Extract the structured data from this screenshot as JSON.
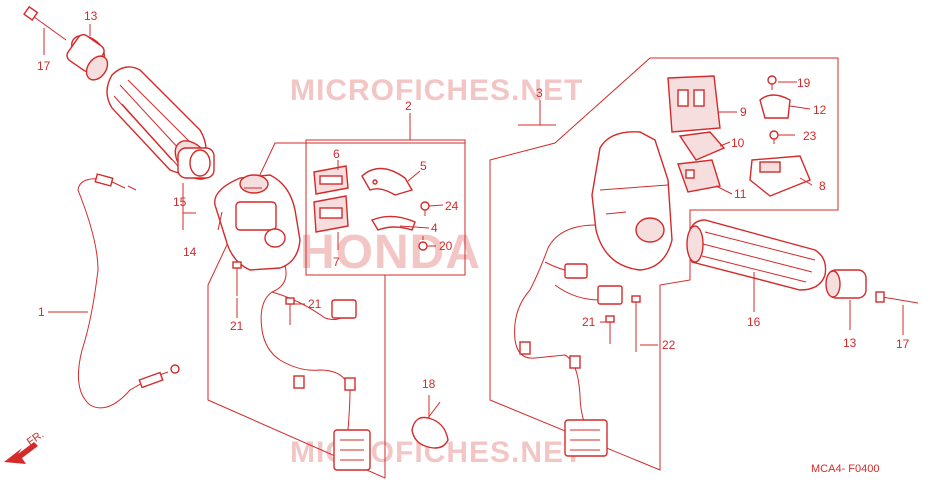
{
  "colors": {
    "line": "#d42a2a",
    "watermark": "#f3c6c6",
    "background": "#ffffff"
  },
  "watermark": {
    "top": "MICROFICHES.NET",
    "middle": "HONDA",
    "bottom": "MICROFICHES.NET"
  },
  "direction_marker": "FR.",
  "diagram_code": "MCA4- F0400",
  "callouts": {
    "p1": "1",
    "p2": "2",
    "p3": "3",
    "p4": "4",
    "p5": "5",
    "p6": "6",
    "p7": "7",
    "p8": "8",
    "p9": "9",
    "p10": "10",
    "p11": "11",
    "p12": "12",
    "p13_left": "13",
    "p13_right": "13",
    "p14": "14",
    "p15": "15",
    "p16": "16",
    "p17_left": "17",
    "p17_right": "17",
    "p18": "18",
    "p19": "19",
    "p20": "20",
    "p21_a": "21",
    "p21_b": "21",
    "p21_c": "21",
    "p22": "22",
    "p23": "23",
    "p24": "24"
  }
}
